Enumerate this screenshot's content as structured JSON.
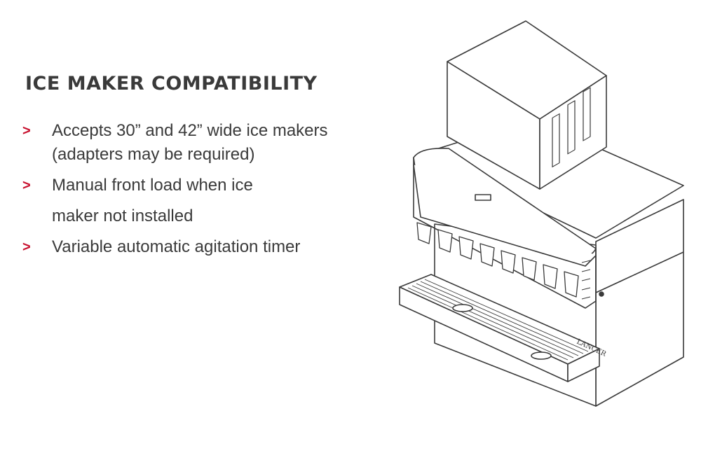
{
  "heading": "ICE MAKER COMPATIBILITY",
  "bullet_glyph": ">",
  "accent_color": "#c8102e",
  "features": [
    {
      "line1": "Accepts 30” and 42” wide  ice makers",
      "line2": "(adapters may be required)"
    },
    {
      "line1": "Manual front load when ice",
      "line2": "maker not installed"
    },
    {
      "line1": "Variable automatic agitation timer",
      "line2": ""
    }
  ],
  "illustration": {
    "subject": "ice-dispenser-with-ice-maker-line-drawing",
    "brand_mark": "LANCER"
  }
}
